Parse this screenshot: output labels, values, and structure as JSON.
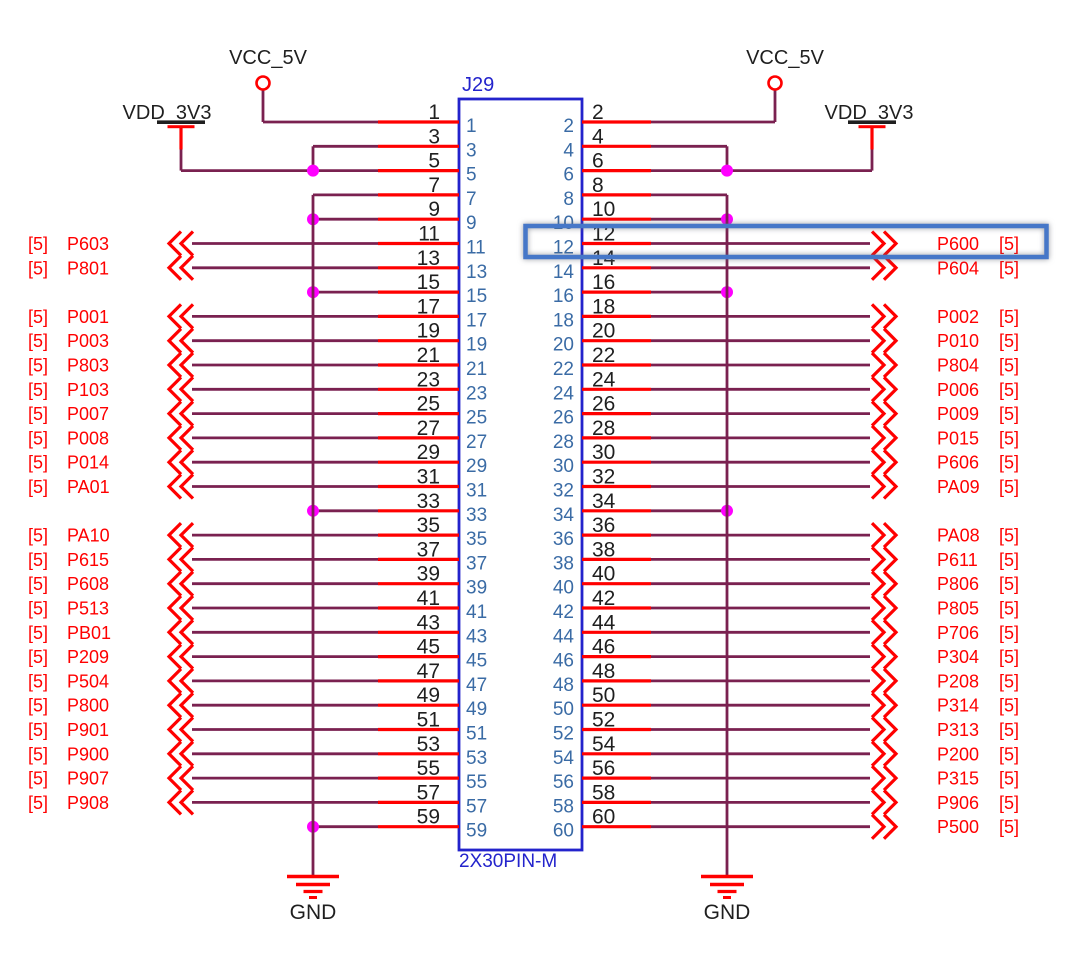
{
  "connector": {
    "designator": "J29",
    "part_number": "2X30PIN-M"
  },
  "power_labels": {
    "vcc": "VCC_5V",
    "vdd": "VDD_3V3",
    "gnd": "GND"
  },
  "sheet_ref": "[5]",
  "colors": {
    "wire": "#7a2150",
    "pin_stub": "#ff0000",
    "net_label": "#ff0000",
    "junction": "#ff00ff",
    "symbol_outline": "#2323cc",
    "pin_number_inside": "#3a6ba5",
    "text_black": "#1f1f1f",
    "highlight": "#4677c8"
  },
  "rows": [
    {
      "left_pin": "1",
      "right_pin": "2",
      "left": {
        "type": "vcc"
      },
      "right": {
        "type": "vcc"
      }
    },
    {
      "left_pin": "3",
      "right_pin": "4",
      "left": {
        "type": "vdd_link"
      },
      "right": {
        "type": "vdd_link"
      }
    },
    {
      "left_pin": "5",
      "right_pin": "6",
      "left": {
        "type": "vdd"
      },
      "right": {
        "type": "vdd"
      }
    },
    {
      "left_pin": "7",
      "right_pin": "8",
      "left": {
        "type": "bus_top"
      },
      "right": {
        "type": "bus_top"
      }
    },
    {
      "left_pin": "9",
      "right_pin": "10",
      "left": {
        "type": "gnd"
      },
      "right": {
        "type": "gnd"
      }
    },
    {
      "left_pin": "11",
      "right_pin": "12",
      "left": {
        "type": "signal",
        "name": "P603"
      },
      "right": {
        "type": "signal",
        "name": "P600",
        "highlighted": true
      }
    },
    {
      "left_pin": "13",
      "right_pin": "14",
      "left": {
        "type": "signal",
        "name": "P801"
      },
      "right": {
        "type": "signal",
        "name": "P604"
      }
    },
    {
      "left_pin": "15",
      "right_pin": "16",
      "left": {
        "type": "gnd"
      },
      "right": {
        "type": "gnd"
      }
    },
    {
      "left_pin": "17",
      "right_pin": "18",
      "left": {
        "type": "signal",
        "name": "P001"
      },
      "right": {
        "type": "signal",
        "name": "P002"
      }
    },
    {
      "left_pin": "19",
      "right_pin": "20",
      "left": {
        "type": "signal",
        "name": "P003"
      },
      "right": {
        "type": "signal",
        "name": "P010"
      }
    },
    {
      "left_pin": "21",
      "right_pin": "22",
      "left": {
        "type": "signal",
        "name": "P803"
      },
      "right": {
        "type": "signal",
        "name": "P804"
      }
    },
    {
      "left_pin": "23",
      "right_pin": "24",
      "left": {
        "type": "signal",
        "name": "P103"
      },
      "right": {
        "type": "signal",
        "name": "P006"
      }
    },
    {
      "left_pin": "25",
      "right_pin": "26",
      "left": {
        "type": "signal",
        "name": "P007"
      },
      "right": {
        "type": "signal",
        "name": "P009"
      }
    },
    {
      "left_pin": "27",
      "right_pin": "28",
      "left": {
        "type": "signal",
        "name": "P008"
      },
      "right": {
        "type": "signal",
        "name": "P015"
      }
    },
    {
      "left_pin": "29",
      "right_pin": "30",
      "left": {
        "type": "signal",
        "name": "P014"
      },
      "right": {
        "type": "signal",
        "name": "P606"
      }
    },
    {
      "left_pin": "31",
      "right_pin": "32",
      "left": {
        "type": "signal",
        "name": "PA01"
      },
      "right": {
        "type": "signal",
        "name": "PA09"
      }
    },
    {
      "left_pin": "33",
      "right_pin": "34",
      "left": {
        "type": "gnd"
      },
      "right": {
        "type": "gnd"
      }
    },
    {
      "left_pin": "35",
      "right_pin": "36",
      "left": {
        "type": "signal",
        "name": "PA10"
      },
      "right": {
        "type": "signal",
        "name": "PA08"
      }
    },
    {
      "left_pin": "37",
      "right_pin": "38",
      "left": {
        "type": "signal",
        "name": "P615"
      },
      "right": {
        "type": "signal",
        "name": "P611"
      }
    },
    {
      "left_pin": "39",
      "right_pin": "40",
      "left": {
        "type": "signal",
        "name": "P608"
      },
      "right": {
        "type": "signal",
        "name": "P806"
      }
    },
    {
      "left_pin": "41",
      "right_pin": "42",
      "left": {
        "type": "signal",
        "name": "P513"
      },
      "right": {
        "type": "signal",
        "name": "P805"
      }
    },
    {
      "left_pin": "43",
      "right_pin": "44",
      "left": {
        "type": "signal",
        "name": "PB01"
      },
      "right": {
        "type": "signal",
        "name": "P706"
      }
    },
    {
      "left_pin": "45",
      "right_pin": "46",
      "left": {
        "type": "signal",
        "name": "P209"
      },
      "right": {
        "type": "signal",
        "name": "P304"
      }
    },
    {
      "left_pin": "47",
      "right_pin": "48",
      "left": {
        "type": "signal",
        "name": "P504"
      },
      "right": {
        "type": "signal",
        "name": "P208"
      }
    },
    {
      "left_pin": "49",
      "right_pin": "50",
      "left": {
        "type": "signal",
        "name": "P800"
      },
      "right": {
        "type": "signal",
        "name": "P314"
      }
    },
    {
      "left_pin": "51",
      "right_pin": "52",
      "left": {
        "type": "signal",
        "name": "P901"
      },
      "right": {
        "type": "signal",
        "name": "P313"
      }
    },
    {
      "left_pin": "53",
      "right_pin": "54",
      "left": {
        "type": "signal",
        "name": "P900"
      },
      "right": {
        "type": "signal",
        "name": "P200"
      }
    },
    {
      "left_pin": "55",
      "right_pin": "56",
      "left": {
        "type": "signal",
        "name": "P907"
      },
      "right": {
        "type": "signal",
        "name": "P315"
      }
    },
    {
      "left_pin": "57",
      "right_pin": "58",
      "left": {
        "type": "signal",
        "name": "P908"
      },
      "right": {
        "type": "signal",
        "name": "P906"
      }
    },
    {
      "left_pin": "59",
      "right_pin": "60",
      "left": {
        "type": "gnd"
      },
      "right": {
        "type": "signal",
        "name": "P500"
      }
    }
  ]
}
